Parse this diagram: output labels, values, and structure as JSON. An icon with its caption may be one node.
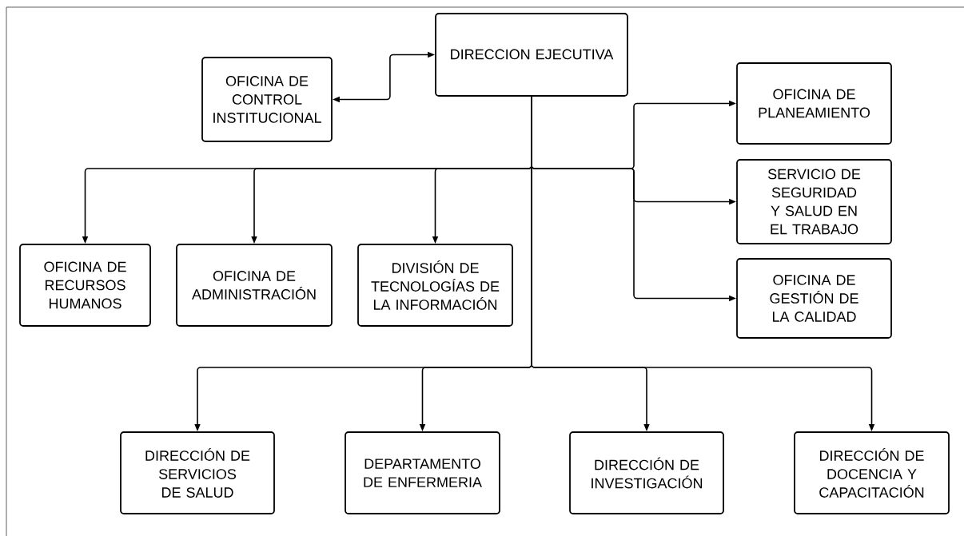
{
  "diagram": {
    "nodes": [
      {
        "text": [
          "DIRECCION EJECUTIVA"
        ]
      },
      {
        "text": [
          "OFICINA DE CONTROL INSTITUCIONAL"
        ]
      },
      {
        "text": [
          "OFICINA DE PLANEAMIENTO"
        ]
      },
      {
        "text": [
          "SERVICIO DE SEGURIDAD Y SALUD EN EL TRABAJO"
        ]
      },
      {
        "text": [
          "OFICINA DE GESTIÓN DE LA CALIDAD"
        ]
      },
      {
        "text": [
          "OFICINA DE RECURSOS HUMANOS"
        ]
      },
      {
        "text": [
          "OFICINA DE ADMINISTRACIÓN"
        ]
      },
      {
        "text": [
          "DIVISIÓN DE TECNOLOGÍAS DE LA INFORMACIÓN"
        ]
      },
      {
        "text": [
          "DIRECCIÓN DE SERVICIOS DE SALUD"
        ]
      },
      {
        "text": [
          "DEPARTAMENTO DE ENFERMERIA"
        ]
      },
      {
        "text": [
          "DIRECCIÓN DE INVESTIGACIÓN"
        ]
      },
      {
        "text": [
          "DIRECCIÓN DE DOCENCIA Y CAPACITACIÓN"
        ]
      }
    ],
    "edges": [
      {
        "from": 1,
        "to": 0,
        "arrow": "both"
      },
      {
        "from": 0,
        "to": 2,
        "arrow": "to"
      },
      {
        "from": 0,
        "to": 3,
        "arrow": "to"
      },
      {
        "from": 0,
        "to": 4,
        "arrow": "to"
      },
      {
        "from": 0,
        "to": 5,
        "arrow": "to"
      },
      {
        "from": 0,
        "to": 6,
        "arrow": "to"
      },
      {
        "from": 0,
        "to": 7,
        "arrow": "to"
      },
      {
        "from": 0,
        "to": 8,
        "arrow": "to"
      },
      {
        "from": 0,
        "to": 9,
        "arrow": "to"
      },
      {
        "from": 0,
        "to": 10,
        "arrow": "to"
      },
      {
        "from": 0,
        "to": 11,
        "arrow": "to"
      }
    ]
  }
}
